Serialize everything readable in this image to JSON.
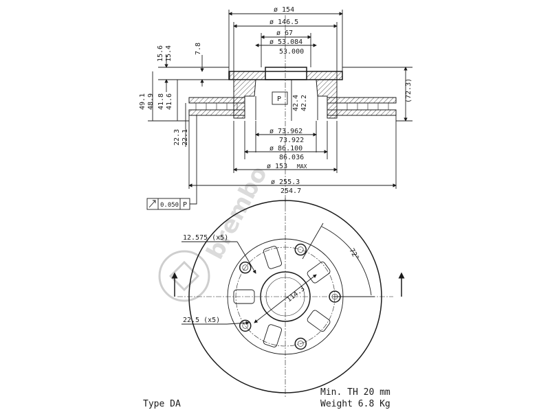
{
  "section": {
    "d154": "ø 154",
    "d146": "ø 146.5",
    "d67": "ø 67",
    "d53a": "ø 53.084",
    "d53b": "53.000",
    "h156": "15.6",
    "h154": "15.4",
    "h78": "7.8",
    "h491": "49.1",
    "h489": "48.9",
    "h418": "41.8",
    "h416": "41.6",
    "h424": "42.4",
    "h422": "42.2",
    "h723": "(72.3)",
    "h223": "22.3",
    "h221": "22.1",
    "d739a": "ø 73.962",
    "d739b": "73.922",
    "d861a": "ø 86.100",
    "d861b": "86.036",
    "d153": "ø 153",
    "d153max": "MAX",
    "d255a": "ø 255.3",
    "d255b": "254.7",
    "datum": "P",
    "runout": "0.050",
    "runout_datum": "P"
  },
  "face": {
    "holes": "12.575 (x5)",
    "vents": "22.5 (x5)",
    "angle": "72°",
    "pcd": "114.3"
  },
  "footer": {
    "type_label": "Type DA",
    "min_th": "Min. TH 20  mm",
    "weight": "Weight 6.8 Kg"
  },
  "watermark": {
    "brand": "brembo"
  }
}
